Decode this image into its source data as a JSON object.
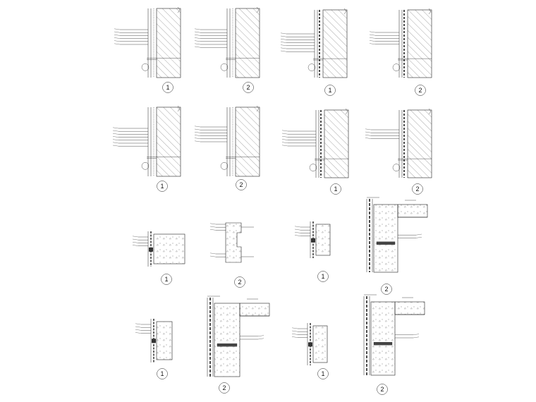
{
  "sheet": {
    "details": [
      {
        "id": "d1",
        "number": "1"
      },
      {
        "id": "d2",
        "number": "2"
      },
      {
        "id": "d3",
        "number": "1"
      },
      {
        "id": "d4",
        "number": "2"
      },
      {
        "id": "d5",
        "number": "1"
      },
      {
        "id": "d6",
        "number": "2"
      },
      {
        "id": "d7",
        "number": "1"
      },
      {
        "id": "d8",
        "number": "2"
      },
      {
        "id": "d9",
        "number": "1"
      },
      {
        "id": "d10",
        "number": "2"
      },
      {
        "id": "d11",
        "number": "1"
      },
      {
        "id": "d12",
        "number": "2"
      },
      {
        "id": "d13",
        "number": "1"
      },
      {
        "id": "d14",
        "number": "2"
      },
      {
        "id": "d15",
        "number": "1"
      },
      {
        "id": "d16",
        "number": "2"
      }
    ],
    "captions": []
  },
  "colors": {
    "line": "#222222",
    "hatch": "#444444",
    "paper": "#ffffff"
  }
}
